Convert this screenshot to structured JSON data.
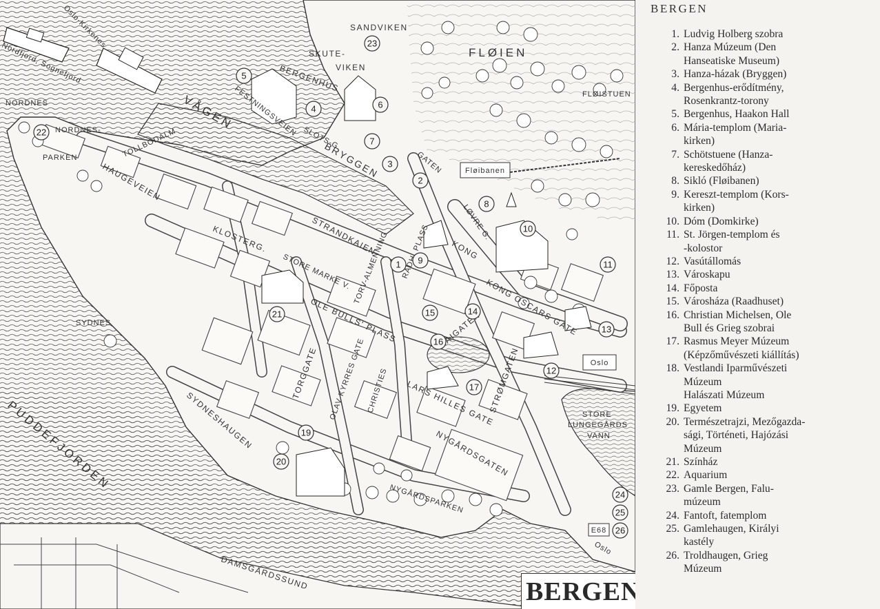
{
  "legend": {
    "title": "BERGEN",
    "items": [
      {
        "num": "1.",
        "text": "Ludvig Holberg szobra"
      },
      {
        "num": "2.",
        "text": "Hanza Múzeum (Den\nHanseatiske Museum)"
      },
      {
        "num": "3.",
        "text": "Hanza-házak (Bryggen)"
      },
      {
        "num": "4.",
        "text": "Bergenhus-erődítmény,\nRosenkrantz-torony"
      },
      {
        "num": "5.",
        "text": "Bergenhus, Haakon Hall"
      },
      {
        "num": "6.",
        "text": "Mária-templom (Maria-\nkirken)"
      },
      {
        "num": "7.",
        "text": "Schötstuene (Hanza-\nkereskedőház)"
      },
      {
        "num": "8.",
        "text": "Sikló (Fløibanen)"
      },
      {
        "num": "9.",
        "text": "Kereszt-templom (Kors-\nkirken)"
      },
      {
        "num": "10.",
        "text": "Dóm (Domkirke)"
      },
      {
        "num": "11.",
        "text": "St. Jörgen-templom és\n-kolostor"
      },
      {
        "num": "12.",
        "text": "Vasútállomás"
      },
      {
        "num": "13.",
        "text": "Városkapu"
      },
      {
        "num": "14.",
        "text": "Főposta"
      },
      {
        "num": "15.",
        "text": "Városháza (Raadhuset)"
      },
      {
        "num": "16.",
        "text": "Christian Michelsen, Ole\nBull és Grieg szobrai"
      },
      {
        "num": "17.",
        "text": "Rasmus Meyer Múzeum\n(Képzőművészeti kiállítás)"
      },
      {
        "num": "18.",
        "text": "Vestlandi Iparművészeti\nMúzeum\nHalászati Múzeum"
      },
      {
        "num": "19.",
        "text": "Egyetem"
      },
      {
        "num": "20.",
        "text": "Természetrajzi, Mezőgazda-\nsági, Történeti, Hajózási\nMúzeum"
      },
      {
        "num": "21.",
        "text": "Színház"
      },
      {
        "num": "22.",
        "text": "Aquarium"
      },
      {
        "num": "23.",
        "text": "Gamle Bergen, Falu-\nmúzeum"
      },
      {
        "num": "24.",
        "text": "Fantoft, fatemplom"
      },
      {
        "num": "25.",
        "text": "Gamlehaugen, Királyi\nkastély"
      },
      {
        "num": "26.",
        "text": "Troldhaugen, Grieg\nMúzeum"
      }
    ]
  },
  "map": {
    "stamp": "BERGEN",
    "labels": {
      "sandviken": "SANDVIKEN",
      "skuteviken_1": "SKUTE-",
      "skuteviken_2": "VIKEN",
      "floien": "FLØIEN",
      "floistuen": "FLØISTUEN",
      "bergenhus": "BERGENHUS",
      "vagen": "VÅGEN",
      "festningsveien": "FESTNINGSVEIEN",
      "slotsg": "SLOTS-G.",
      "bryggen": "BRYGGEN",
      "floibanen": "Fløibanen",
      "nordnes": "NORDNES",
      "nordnes_parken_1": "NORDNES-",
      "nordnes_parken_2": "PARKEN",
      "haugeveien": "HAUGEVEIEN",
      "tollbodalm": "TOLLBODALM",
      "klosterg": "KLOSTERG.",
      "strandkaien": "STRANDKAIEN",
      "store_markev": "STORE MARKE V.",
      "torvalmenning": "TORV-ALMENNING",
      "radh_plass": "RÅDH. PLASS",
      "kong_oscars_gate": "KONG OSCARS GATE",
      "lovre_g": "LØVRE G.",
      "gaten": "GATEN",
      "ole_bulls_plass": "OLE BULLS' PLASS",
      "kaigaten": "KAIGATEN",
      "gate": "GATE",
      "sydnes": "SYDNES",
      "torggate": "TORGGATE",
      "olav_kyrres_gate": "OLAV KYRRES GATE",
      "christies_gate": "CHRISTIES",
      "lars_hilles_gate": "LARS HILLES GATE",
      "stromgaten": "STRØMGATEN",
      "sydneshaugen": "SYDNESHAUGEN",
      "nygardsgaten": "NYGÅRDSGATEN",
      "nygardsparken": "NYGÅRDSPARKEN",
      "store_lungegards_vann_1": "STORE",
      "store_lungegards_vann_2": "LUNGEGÅRDS",
      "store_lungegards_vann_3": "VANN",
      "puddefjorden": "PUDDEFJORDEN",
      "damsgardssund": "DAMSGÅRDSSUND",
      "oslo_top": "Oslo",
      "oslo_bottom": "Oslo",
      "e68": "E68",
      "oslo_kirkenes": "Oslo-Kirkenes",
      "nordfjord_sognefjord": "Nordfjord, Sognefjord",
      "gaten_kong": "KONG"
    },
    "markers": [
      "1",
      "2",
      "3",
      "4",
      "5",
      "6",
      "7",
      "8",
      "9",
      "10",
      "11",
      "12",
      "13",
      "14",
      "15",
      "16",
      "17",
      "19",
      "20",
      "21",
      "22",
      "23",
      "24",
      "25",
      "26"
    ]
  }
}
